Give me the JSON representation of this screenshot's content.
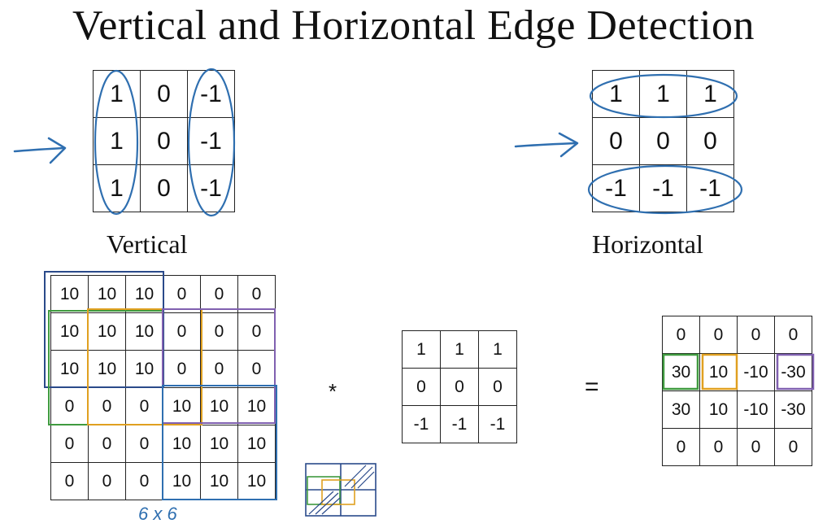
{
  "title": "Vertical and Horizontal Edge Detection",
  "vertical": {
    "label": "Vertical",
    "matrix": [
      [
        "1",
        "0",
        "-1"
      ],
      [
        "1",
        "0",
        "-1"
      ],
      [
        "1",
        "0",
        "-1"
      ]
    ]
  },
  "horizontal": {
    "label": "Horizontal",
    "matrix": [
      [
        "1",
        "1",
        "1"
      ],
      [
        "0",
        "0",
        "0"
      ],
      [
        "-1",
        "-1",
        "-1"
      ]
    ]
  },
  "image": {
    "matrix": [
      [
        "10",
        "10",
        "10",
        "0",
        "0",
        "0"
      ],
      [
        "10",
        "10",
        "10",
        "0",
        "0",
        "0"
      ],
      [
        "10",
        "10",
        "10",
        "0",
        "0",
        "0"
      ],
      [
        "0",
        "0",
        "0",
        "10",
        "10",
        "10"
      ],
      [
        "0",
        "0",
        "0",
        "10",
        "10",
        "10"
      ],
      [
        "0",
        "0",
        "0",
        "10",
        "10",
        "10"
      ]
    ],
    "size_note": "6 x 6"
  },
  "operator": "*",
  "kernel": {
    "matrix": [
      [
        "1",
        "1",
        "1"
      ],
      [
        "0",
        "0",
        "0"
      ],
      [
        "-1",
        "-1",
        "-1"
      ]
    ]
  },
  "equals": "=",
  "result": {
    "matrix": [
      [
        "0",
        "0",
        "0",
        "0"
      ],
      [
        "30",
        "10",
        "-10",
        "-30"
      ],
      [
        "30",
        "10",
        "-10",
        "-30"
      ],
      [
        "0",
        "0",
        "0",
        "0"
      ]
    ]
  },
  "colors": {
    "ink_blue": "#2f6fb0",
    "green": "#3f9a3f",
    "orange": "#e0a020",
    "purple": "#8060b0",
    "navy": "#2a4a8a"
  }
}
